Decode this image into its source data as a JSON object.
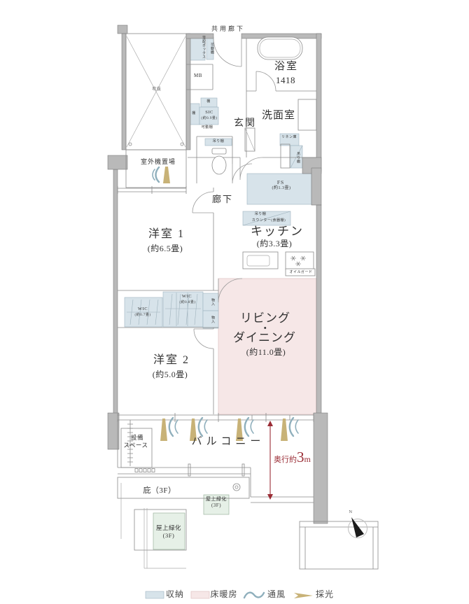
{
  "colors": {
    "wall": "#b9b9b9",
    "storage": "#d7e3ea",
    "heating": "#f6e7e7",
    "green": "#e6f0e7",
    "vent": "#8fafbc",
    "light": "#c8b277",
    "red": "#9a2c35"
  },
  "plan": {
    "common_corridor": "共用廊下",
    "delivery_box": "宅配ボックス",
    "movable_shelf_1": "可動棚",
    "meter_box": "MB",
    "void": "吹抜",
    "bathroom": "浴室",
    "bathroom_size": "1418",
    "shelf_1": "棚",
    "shelf_2": "棚",
    "sic": "SIC",
    "sic_size": "(約0.9畳)",
    "movable_shelf_2": "可動棚",
    "entrance": "玄関",
    "washroom": "洗面室",
    "linen": "リネン庫",
    "hanging_shelf_1": "吊り棚",
    "hanging_shelf_2": "吊り棚",
    "outdoor_unit": "室外機置場",
    "fs": "FS",
    "fs_size": "(約1.3畳)",
    "hallway": "廊下",
    "hanging_shelf_3": "吊り棚",
    "counter": "カウンター(食器棚)",
    "kitchen": "キッチン",
    "kitchen_size": "(約3.3畳)",
    "oil_guard": "オイルガード",
    "bedroom1": "洋室 1",
    "bedroom1_size": "(約6.5畳)",
    "wic1": "WIC",
    "wic1_size": "(約0.7畳)",
    "wic2": "WIC",
    "wic2_size": "(約0.8畳)",
    "closet_1": "物入",
    "closet_2": "物入",
    "living_1": "リビング",
    "living_dot": "・",
    "living_2": "ダイニング",
    "living_size": "(約11.0畳)",
    "bedroom2": "洋室 2",
    "bedroom2_size": "(約5.0畳)",
    "balcony": "バルコニー",
    "equipment_1": "設備",
    "equipment_2": "スペース",
    "depth_prefix": "奥行約",
    "depth_value": "3",
    "depth_unit": "m",
    "eaves": "庇（3F）",
    "roof_green_1": "屋上緑化",
    "roof_green_1_floor": "(3F)",
    "roof_green_2": "屋上緑化",
    "roof_green_2_floor": "(3F)",
    "compass_north": "N"
  },
  "legend": {
    "storage": "収納",
    "floor_heating": "床暖房",
    "ventilation": "通風",
    "daylight": "採光"
  }
}
